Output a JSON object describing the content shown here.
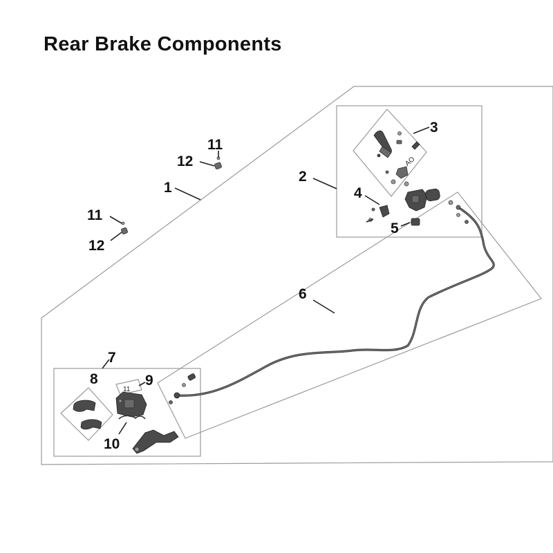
{
  "title": "Rear Brake Components",
  "callouts": {
    "c1": "1",
    "c2": "2",
    "c3": "3",
    "c4": "4",
    "c5": "5",
    "c6": "6",
    "c7": "7",
    "c8": "8",
    "c9": "9",
    "c10": "10",
    "c11a": "11",
    "c12a": "12",
    "c11b": "11",
    "c12b": "12"
  },
  "labels": {
    "sticker_text": "11"
  },
  "colors": {
    "frame": "#9a9a9a",
    "part": "#6a6a6a",
    "text": "#111111"
  }
}
